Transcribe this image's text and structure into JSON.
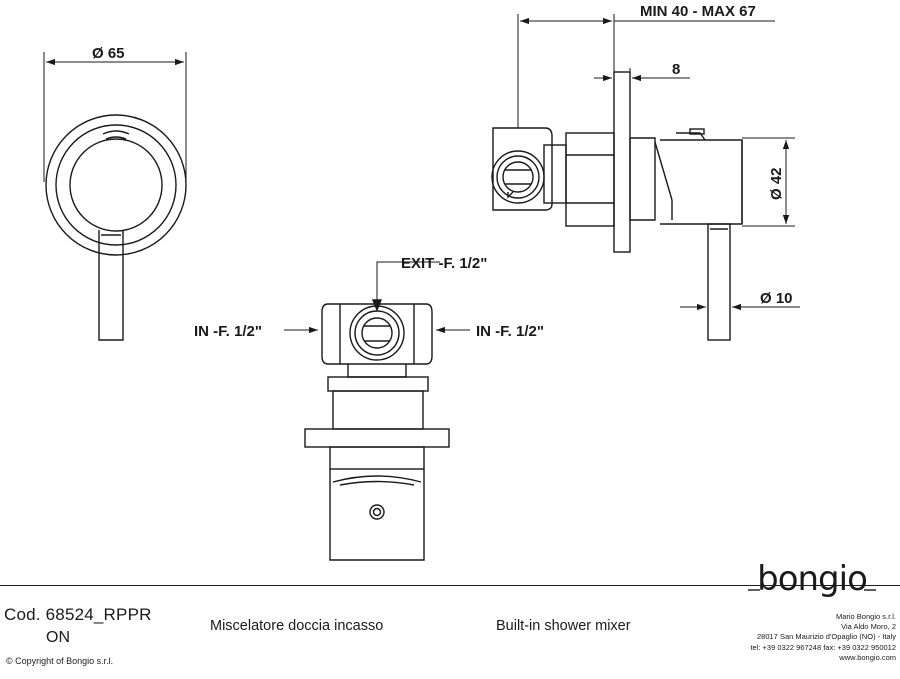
{
  "dimensions": {
    "plate_diameter": "Ø 65",
    "depth_range": "MIN 40 - MAX 67",
    "plate_thickness": "8",
    "body_diameter": "Ø 42",
    "lever_diameter": "Ø 10",
    "exit": "EXIT -F. 1/2\"",
    "inlet_left": "IN -F. 1/2\"",
    "inlet_right": "IN -F. 1/2\""
  },
  "footer": {
    "code": "Cod. 68524_RPPR",
    "variant": "ON",
    "copyright": "© Copyright of Bongio s.r.l.",
    "description_it": "Miscelatore doccia incasso",
    "description_en": "Built-in shower mixer",
    "logo_text": "bongio",
    "company": {
      "name": "Mario Bongio s.r.l.",
      "street": "Via Aldo Moro, 2",
      "city": "28017 San Maurizio d'Opaglio (NO) - Italy",
      "phones": "tel: +39 0322 967248    fax: +39 0322 950012",
      "web": "www.bongio.com"
    }
  }
}
